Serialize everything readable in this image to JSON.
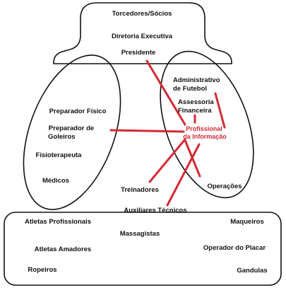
{
  "colors": {
    "outline": "#111111",
    "link": "#d42a36",
    "text": "#111111",
    "background": "#ffffff"
  },
  "hub": {
    "line1": "Profissional",
    "line2": "da Informação"
  },
  "top": {
    "torcedores": "Torcedores/Sócios",
    "diretoria": "Diretoria Executiva",
    "presidente": "Presidente"
  },
  "left": {
    "preparador_fisico": "Preparador Físico",
    "preparador_goleiros_1": "Preparador de",
    "preparador_goleiros_2": "Goleiros",
    "fisioterapeuta": "Fisioterapeuta",
    "medicos": "Médicos"
  },
  "right": {
    "administrativo_1": "Administrativo",
    "administrativo_2": "de Futebol",
    "assessoria_1": "Assessoria",
    "assessoria_2": "Financeira",
    "operacoes": "Operações"
  },
  "center": {
    "treinadores": "Treinadores",
    "auxiliares": "Auxiliares Técnicos"
  },
  "bottom": {
    "atletas_profissionais": "Atletas Profissionais",
    "atletas_amadores": "Atletas Amadores",
    "roupeiros": "Ropeiros",
    "massagistas": "Massagistas",
    "maqueiros": "Maqueiros",
    "operador_placar": "Operador do Placar",
    "gandulas": "Gandulas"
  }
}
